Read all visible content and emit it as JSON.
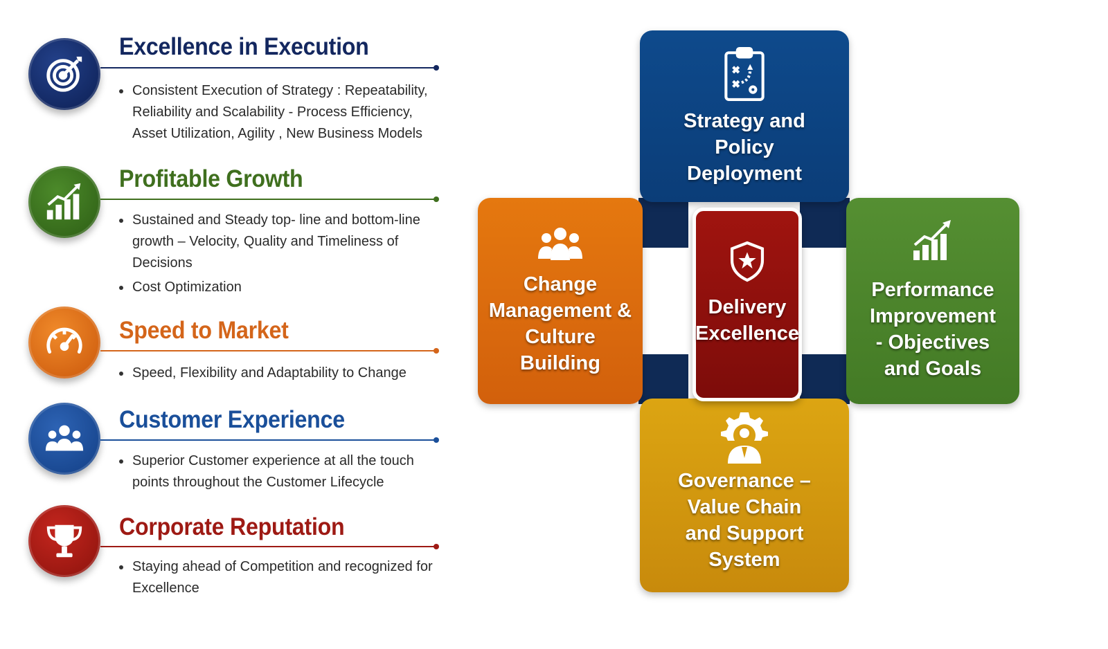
{
  "items": [
    {
      "title": "Excellence in Execution",
      "color": "#13275f",
      "icon": "target-icon",
      "bullets": [
        "Consistent Execution of Strategy : Repeatability, Reliability and Scalability - Process Efficiency, Asset Utilization, Agility , New Business Models"
      ]
    },
    {
      "title": "Profitable Growth",
      "color": "#3f6f1e",
      "icon": "growth-chart-icon",
      "bullets": [
        "Sustained and Steady top- line and bottom-line growth – Velocity, Quality and Timeliness of Decisions",
        "Cost Optimization"
      ]
    },
    {
      "title": "Speed to Market",
      "color": "#d4651a",
      "icon": "speedometer-icon",
      "bullets": [
        "Speed, Flexibility and Adaptability to Change"
      ]
    },
    {
      "title": "Customer Experience",
      "color": "#1a4f9a",
      "icon": "people-icon",
      "bullets": [
        "Superior Customer experience at all the touch points throughout the Customer Lifecycle"
      ]
    },
    {
      "title": "Corporate Reputation",
      "color": "#9e1a14",
      "icon": "trophy-icon",
      "bullets": [
        "Staying ahead of Competition and recognized for Excellence"
      ]
    }
  ],
  "diagram": {
    "top": {
      "label": "Strategy and\nPolicy\nDeployment",
      "icon": "clipboard-strategy-icon",
      "color": "#0e4a8c"
    },
    "left": {
      "label": "Change\nManagement &\nCulture\nBuilding",
      "icon": "people-icon",
      "color": "#e0700e"
    },
    "right": {
      "label": "Performance\nImprovement\n- Objectives\nand Goals",
      "icon": "growth-chart-icon",
      "color": "#4d8a2e"
    },
    "bottom": {
      "label": "Governance –\nValue Chain\nand Support\nSystem",
      "icon": "gear-person-icon",
      "color": "#d4a012"
    },
    "center": {
      "label": "Delivery\nExcellence",
      "icon": "shield-star-icon",
      "color": "#8e1410"
    }
  }
}
